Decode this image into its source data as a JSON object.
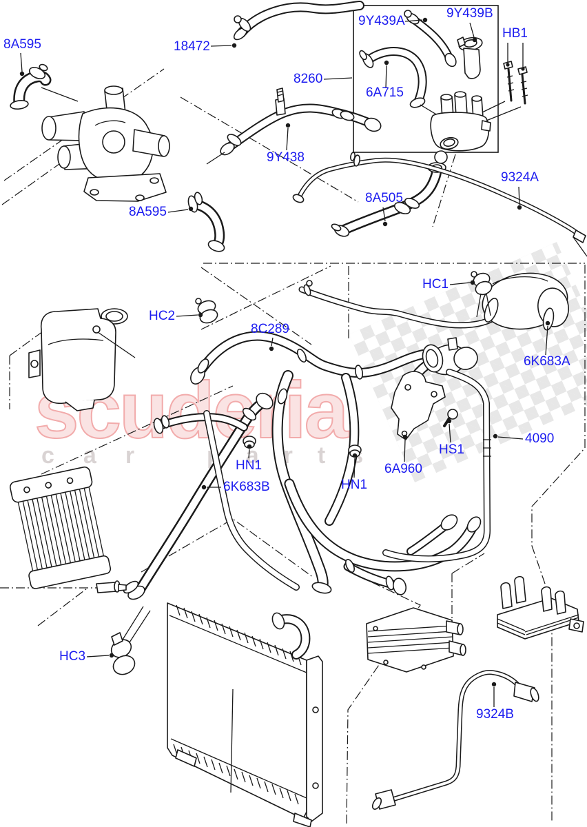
{
  "watermark": {
    "brand": "scuderia",
    "word1": "car",
    "word2": "parts"
  },
  "colors": {
    "label_blue": "#1c1cf0",
    "line_black": "#1a1a1a",
    "watermark_fill": "#fae3e3",
    "watermark_stroke": "#f2abab",
    "watermark_gray": "#d9d3d3",
    "checker_gray": "#e7e7e7",
    "background": "#ffffff"
  },
  "labels": [
    {
      "id": "8A595-top",
      "text": "8A595"
    },
    {
      "id": "18472",
      "text": "18472"
    },
    {
      "id": "9Y439A",
      "text": "9Y439A"
    },
    {
      "id": "9Y439B",
      "text": "9Y439B"
    },
    {
      "id": "HB1",
      "text": "HB1"
    },
    {
      "id": "8260",
      "text": "8260"
    },
    {
      "id": "6A715",
      "text": "6A715"
    },
    {
      "id": "9Y438",
      "text": "9Y438"
    },
    {
      "id": "8A595-mid",
      "text": "8A595"
    },
    {
      "id": "8A505",
      "text": "8A505"
    },
    {
      "id": "9324A",
      "text": "9324A"
    },
    {
      "id": "HC2",
      "text": "HC2"
    },
    {
      "id": "HC1",
      "text": "HC1"
    },
    {
      "id": "8C289",
      "text": "8C289"
    },
    {
      "id": "6K683A",
      "text": "6K683A"
    },
    {
      "id": "4090",
      "text": "4090"
    },
    {
      "id": "HS1",
      "text": "HS1"
    },
    {
      "id": "6A960",
      "text": "6A960"
    },
    {
      "id": "HN1-left",
      "text": "HN1"
    },
    {
      "id": "HN1-right",
      "text": "HN1"
    },
    {
      "id": "6K683B",
      "text": "6K683B"
    },
    {
      "id": "HC3",
      "text": "HC3"
    },
    {
      "id": "9324B",
      "text": "9324B"
    }
  ]
}
